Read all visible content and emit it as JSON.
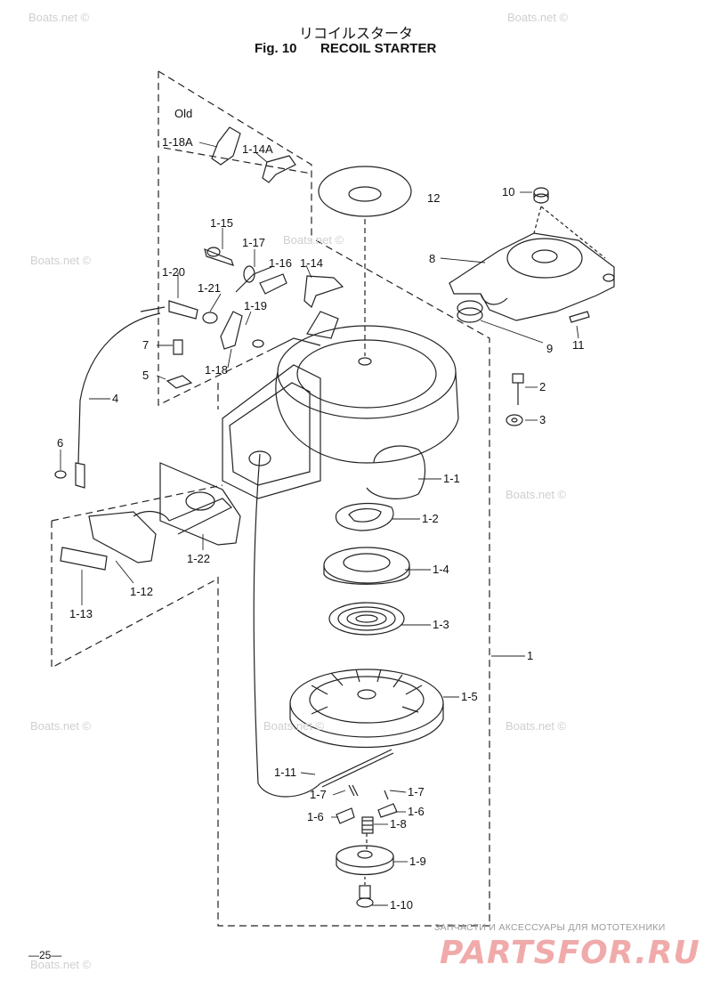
{
  "header": {
    "title_jp": "リコイルスタータ",
    "fig_no": "Fig. 10",
    "fig_title": "RECOIL STARTER"
  },
  "callouts": {
    "old": "Old",
    "p1_18A": "1-18A",
    "p1_14A": "1-14A",
    "p12": "12",
    "p10": "10",
    "p1_15": "1-15",
    "p1_17": "1-17",
    "p1_16": "1-16",
    "p1_14": "1-14",
    "p8": "8",
    "p1_20": "1-20",
    "p1_21": "1-21",
    "p1_19": "1-19",
    "p7": "7",
    "p9": "9",
    "p11": "11",
    "p1_18": "1-18",
    "p5": "5",
    "p2": "2",
    "p4": "4",
    "p3": "3",
    "p6": "6",
    "p1_1": "1-1",
    "p1_2": "1-2",
    "p1_22": "1-22",
    "p1_4": "1-4",
    "p1_12": "1-12",
    "p1_13": "1-13",
    "p1_3": "1-3",
    "p1": "1",
    "p1_5": "1-5",
    "p1_11": "1-11",
    "p1_7a": "1-7",
    "p1_7b": "1-7",
    "p1_6a": "1-6",
    "p1_6b": "1-6",
    "p1_8": "1-8",
    "p1_9": "1-9",
    "p1_10": "1-10"
  },
  "watermark": "Boats.net ©",
  "footer": {
    "page_number": "—25—",
    "brand_tagline": "ЗАПЧАСТИ И АКСЕССУАРЫ ДЛЯ МОТОТЕХНИКИ",
    "brand_name": "PARTSFOR.RU"
  }
}
